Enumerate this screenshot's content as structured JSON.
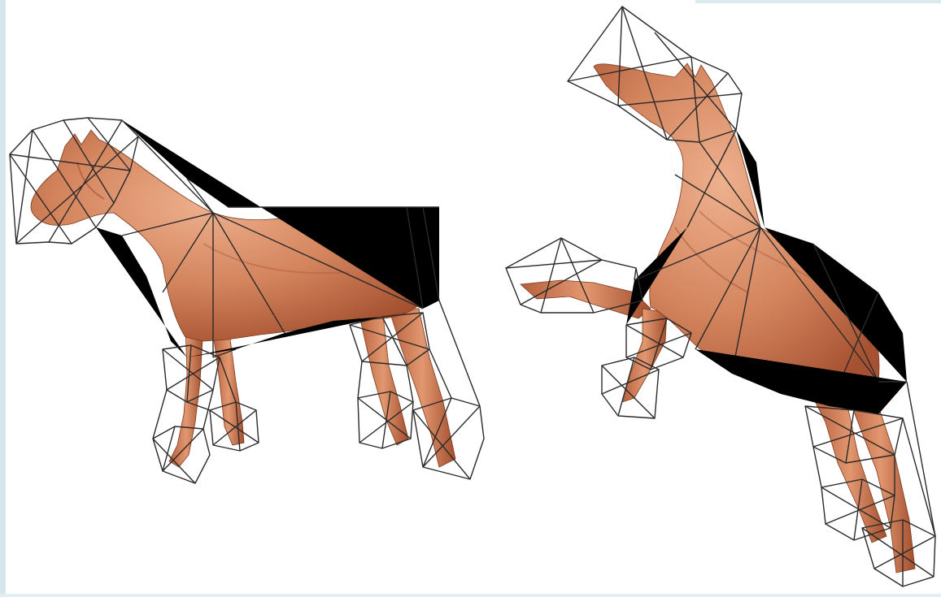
{
  "scene": {
    "background": "#ffffff",
    "frame_color": "#d6e6ee",
    "skin_light": "#e9a37f",
    "skin_mid": "#cf7a52",
    "skin_dark": "#9c4a2a",
    "cage_color": "#2a2a2a"
  },
  "figures": [
    {
      "name": "standing-horse",
      "pose": "standing"
    },
    {
      "name": "rearing-horse",
      "pose": "rearing"
    }
  ]
}
